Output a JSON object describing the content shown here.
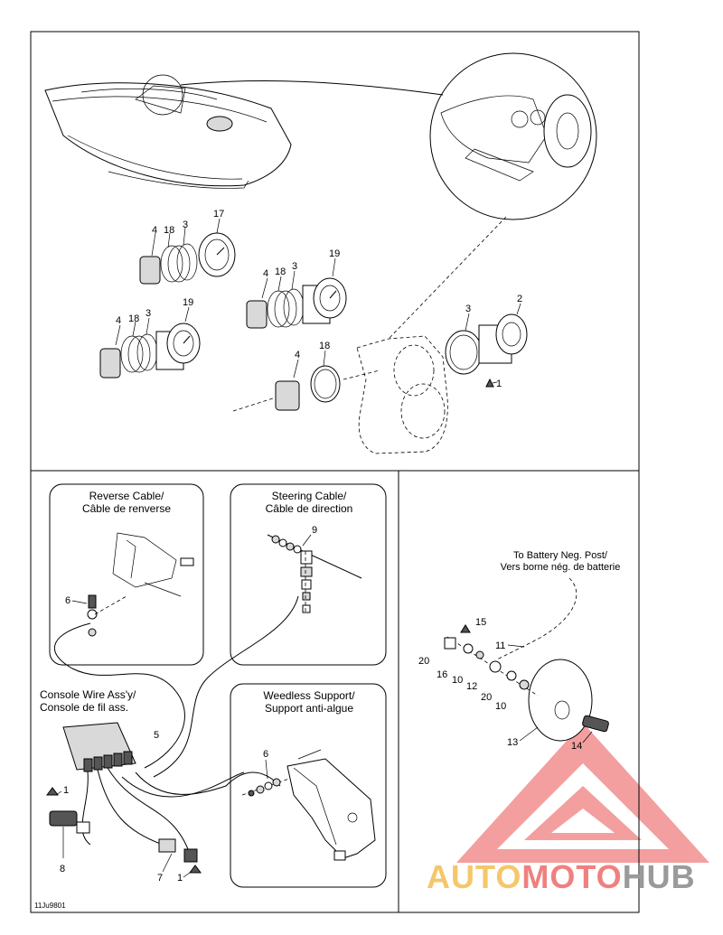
{
  "boxes": {
    "reverse": {
      "title1": "Reverse Cable/",
      "title2": "Câble de renverse"
    },
    "steering": {
      "title1": "Steering Cable/",
      "title2": "Câble de direction"
    },
    "weedless": {
      "title1": "Weedless Support/",
      "title2": "Support anti-algue"
    }
  },
  "console": {
    "title1": "Console Wire Ass'y/",
    "title2": "Console de fil ass."
  },
  "battery": {
    "title1": "To Battery Neg. Post/",
    "title2": "Vers borne nég. de batterie"
  },
  "callouts": {
    "g1": [
      "4",
      "18",
      "3",
      "17"
    ],
    "g2": [
      "4",
      "18",
      "3",
      "19"
    ],
    "g3": [
      "4",
      "18",
      "3",
      "19"
    ],
    "g4": [
      "4",
      "18"
    ],
    "g5": [
      "3",
      "2",
      "1"
    ],
    "reverse": [
      "6"
    ],
    "steering": [
      "9"
    ],
    "console": [
      "5",
      "1",
      "8",
      "7",
      "1"
    ],
    "weedless": [
      "6"
    ],
    "battery": [
      "15",
      "20",
      "16",
      "10",
      "11",
      "12",
      "20",
      "10",
      "13",
      "14"
    ]
  },
  "reference": "11Ju9801",
  "watermark": {
    "part1": "AUTO",
    "part2": "MOTO",
    "part3": "HUB",
    "colors": [
      "#f5c76a",
      "#f08080",
      "#9a9a9a"
    ]
  }
}
